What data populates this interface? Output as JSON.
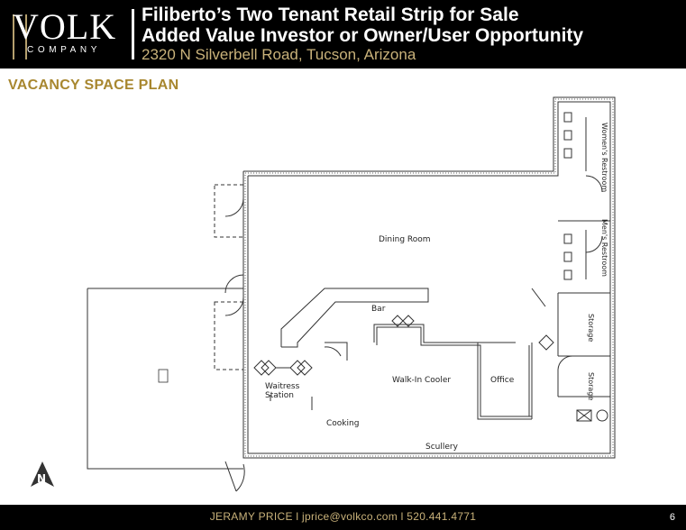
{
  "header": {
    "logo_main": "VOLK",
    "logo_sub": "COMPANY",
    "title_line1": "Filiberto’s Two Tenant Retail Strip for Sale",
    "title_line2": "Added Value Investor or Owner/User Opportunity",
    "address": "2320 N Silverbell Road, Tucson, Arizona"
  },
  "section_title": "VACANCY SPACE PLAN",
  "plan": {
    "rooms": {
      "dining_room": "Dining Room",
      "bar": "Bar",
      "waitress_station_1": "Waitress",
      "waitress_station_2": "Station",
      "cooking": "Cooking",
      "walk_in_cooler": "Walk-In Cooler",
      "office": "Office",
      "scullery": "Scullery",
      "storage_1": "Storage",
      "storage_2": "Storage",
      "womens_restroom": "Women's Restroom",
      "mens_restroom": "Men's Restroom"
    },
    "north_label": "N"
  },
  "footer": {
    "contact": "JERAMY PRICE  l  jprice@volkco.com  l  520.441.4771",
    "page_number": "6"
  },
  "colors": {
    "header_bg": "#000000",
    "gold": "#c9b27a",
    "section_gold": "#a8872f"
  }
}
